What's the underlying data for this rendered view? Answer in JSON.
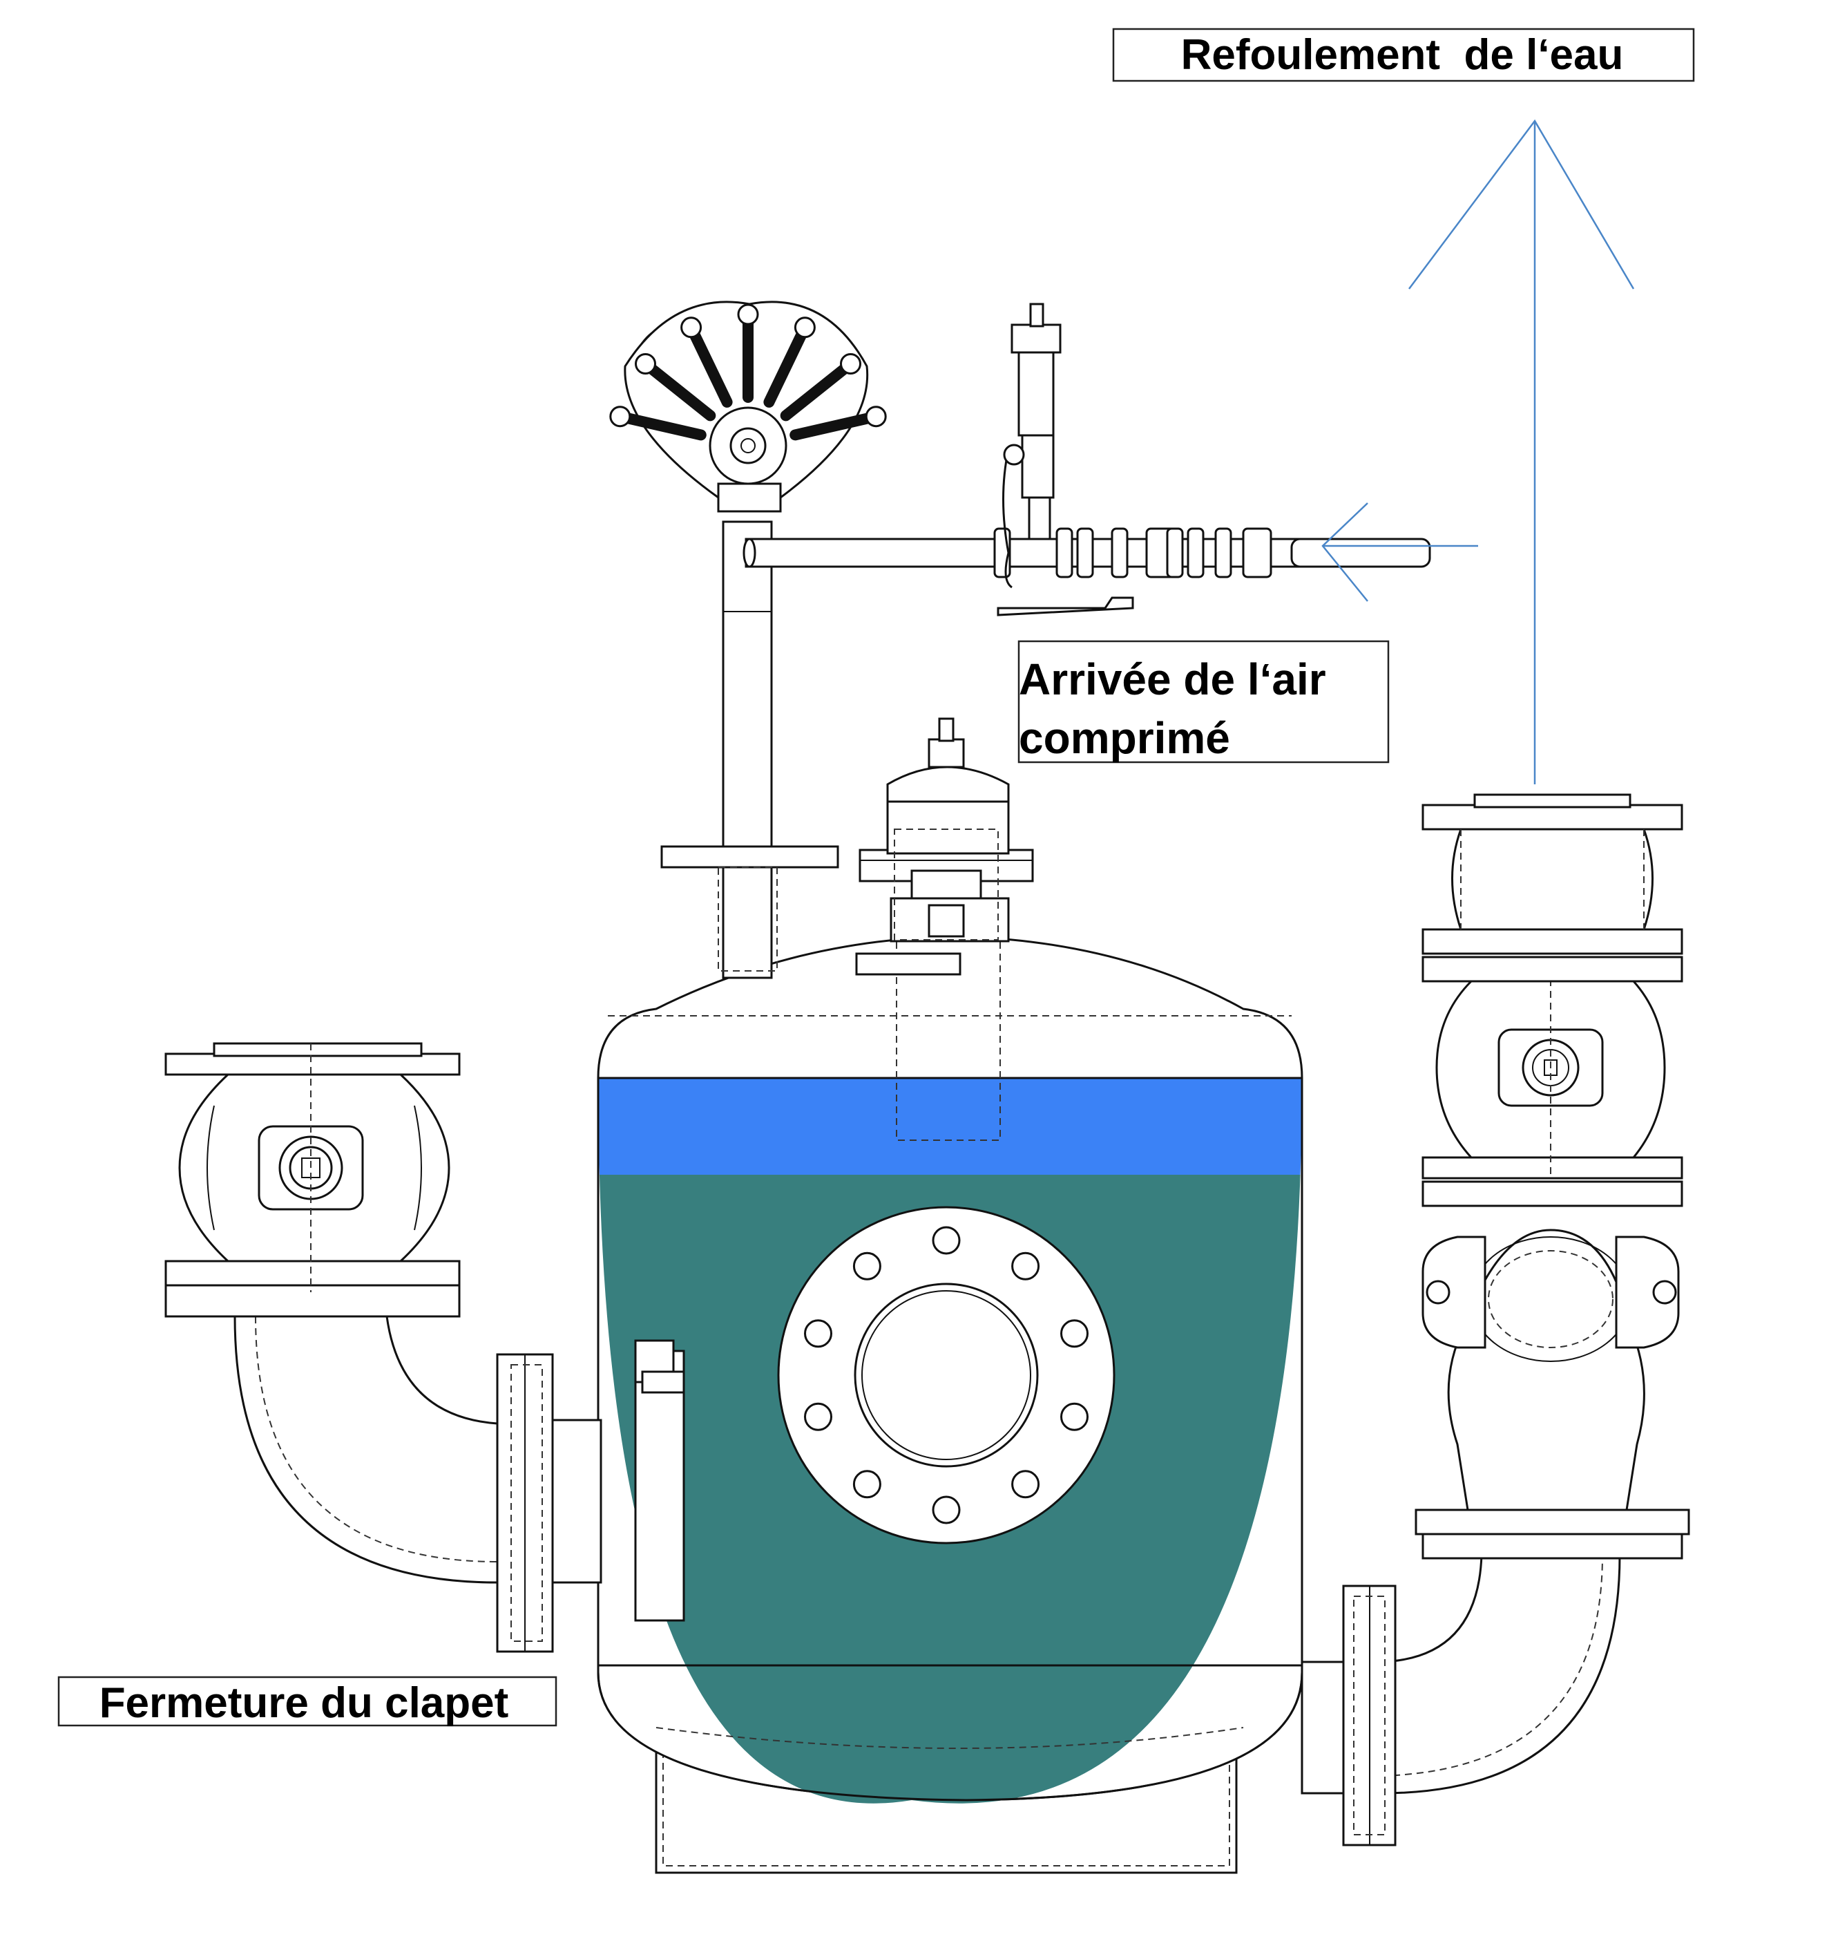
{
  "labels": {
    "water_discharge": "Refoulement  de l‘eau",
    "air_inlet_line1": "Arrivée de l‘air",
    "air_inlet_line2": "comprimé",
    "valve_closing": "Fermeture du clapet"
  },
  "colors": {
    "air_layer": "#3b82f6",
    "water_fill": "#387f7e",
    "arrow": "#4a86c8",
    "outline": "#111111"
  },
  "icons": {
    "flow_arrow": "arrow-head"
  }
}
